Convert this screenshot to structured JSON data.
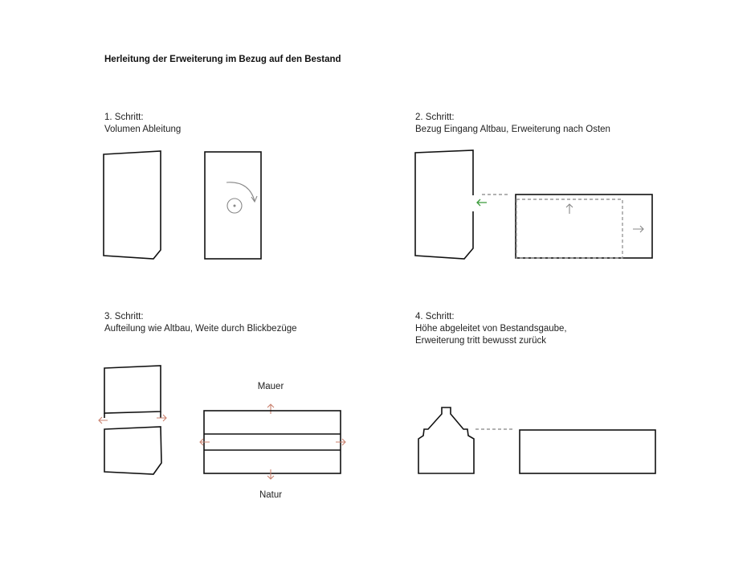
{
  "title": "Herleitung der Erweiterung im Bezug auf den Bestand",
  "steps": [
    {
      "heading": "1. Schritt:",
      "lines": [
        "Volumen Ableitung"
      ]
    },
    {
      "heading": "2. Schritt:",
      "lines": [
        "Bezug Eingang Altbau, Erweiterung nach Osten"
      ]
    },
    {
      "heading": "3. Schritt:",
      "lines": [
        "Aufteilung wie Altbau, Weite durch Blickbezüge"
      ]
    },
    {
      "heading": "4. Schritt:",
      "lines": [
        "Höhe abgeleitet von Bestandsgaube,",
        "Erweiterung tritt bewusst zurück"
      ]
    }
  ],
  "labels": {
    "top": "Mauer",
    "bottom": "Natur"
  },
  "colors": {
    "line": "#111111",
    "dashed": "#999999",
    "arrow_gray": "#888888",
    "arrow_pink": "#c9826f",
    "arrow_green": "#3a9a3a"
  }
}
